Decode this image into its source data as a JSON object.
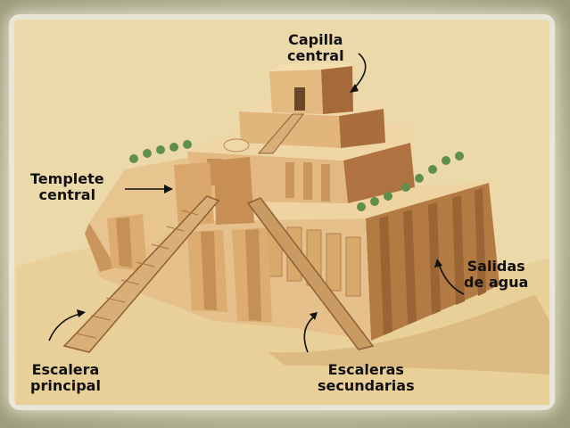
{
  "labels": {
    "capilla_central": [
      "Capilla",
      "central"
    ],
    "templete_central": [
      "Templete",
      "central"
    ],
    "salidas_de_agua": [
      "Salidas",
      "de agua"
    ],
    "escalera_principal": [
      "Escalera",
      "principal"
    ],
    "escaleras_secundarias": [
      "Escaleras",
      "secundarias"
    ]
  },
  "colors": {
    "frame": "#b9b79a",
    "paper": "#ecd9aa",
    "sand": "#e7cf9a",
    "brick_light": "#e6c08a",
    "brick_mid": "#c8935b",
    "brick_dark": "#9a6534",
    "label_text": "#111111"
  }
}
